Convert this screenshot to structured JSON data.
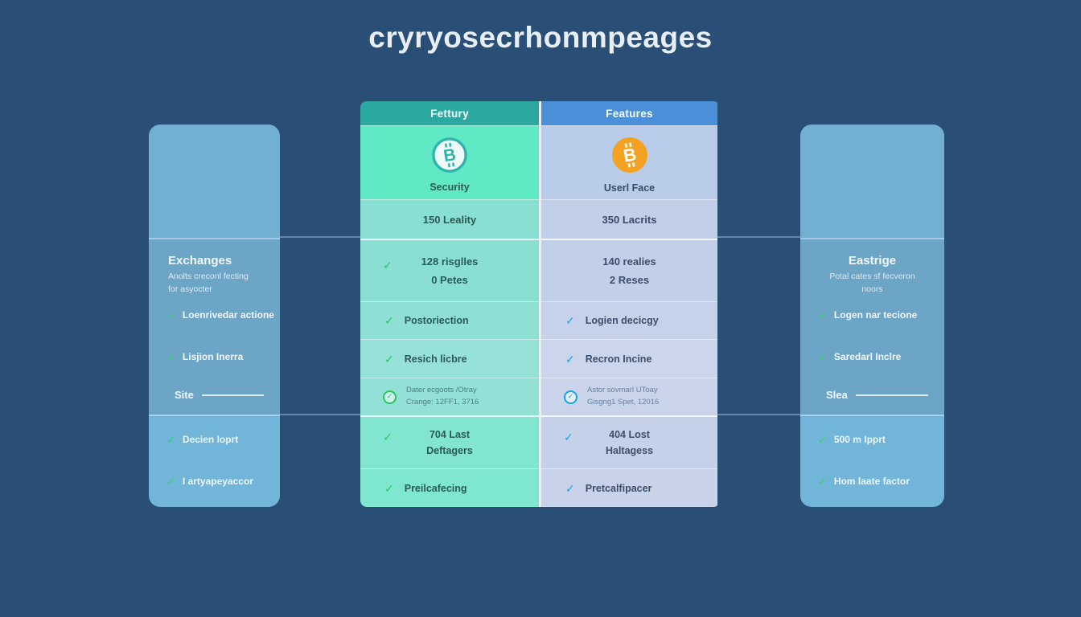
{
  "title": "cryryosecrhonmpeages",
  "colors": {
    "bg": "#2a4f77",
    "title-text": "#e8eef5",
    "line": "rgba(154,195,226,0.5)",
    "header-left-bg": "#2ba89f",
    "header-right-bg": "#4a90d9",
    "check-green": "#27c45f",
    "check-blue": "#18a4dd",
    "bitcoin-teal": "#2fb3ae",
    "bitcoin-orange": "#f4a224"
  },
  "table": {
    "columns": [
      {
        "header": "Fettury",
        "icon": "bitcoin-teal-icon",
        "icon_label": "Security",
        "stat": "150 Leality",
        "metric_line1": "128 risglles",
        "metric_line2": "0 Petes",
        "feature1": "Postoriection",
        "feature2": "Resich licbre",
        "note_line1": "Dater ecgoots /Otray",
        "note_line2": "Crange: 12FF1, 3716",
        "stat2_line1": "704 Last",
        "stat2_line2": "Deftagers",
        "feature3": "Preilcafecing"
      },
      {
        "header": "Features",
        "icon": "bitcoin-orange-icon",
        "icon_label": "Userl Face",
        "stat": "350 Lacrits",
        "metric_line1": "140 realies",
        "metric_line2": "2 Reses",
        "feature1": "Logien decicgy",
        "feature2": "Recron Incine",
        "note_line1": "Astor sovmarl UToay",
        "note_line2": "Gisgng1 Spet, 12016",
        "stat2_line1": "404 Lost",
        "stat2_line2": "Haltagess",
        "feature3": "Pretcalfipacer"
      }
    ]
  },
  "left_card": {
    "title": "Exchanges",
    "subtitle_line1": "Anolts creconl fecting",
    "subtitle_line2": "for asyocter",
    "items": [
      "Loenrivedar actione",
      "Lisjion Inerra"
    ],
    "site_label": "Site",
    "bottom_items": [
      "Decien loprt",
      "I artyapeyaccor"
    ]
  },
  "right_card": {
    "title": "Eastrige",
    "subtitle_line1": "Potal cates sf fecveron",
    "subtitle_line2": "noors",
    "items": [
      "Logen nar tecione",
      "Saredarl Inclre"
    ],
    "site_label": "Slea",
    "bottom_items": [
      "500 m Ipprt",
      "Hom laate factor"
    ]
  },
  "chart_data": {
    "type": "table",
    "title": "cryryosecrhonmpeages",
    "columns": [
      "Fettury",
      "Features"
    ],
    "rows": [
      [
        "Security",
        "Userl Face"
      ],
      [
        "150 Leality",
        "350 Lacrits"
      ],
      [
        "128 risglles / 0 Petes",
        "140 realies / 2 Reses"
      ],
      [
        "Postoriection",
        "Logien decicgy"
      ],
      [
        "Resich licbre",
        "Recron Incine"
      ],
      [
        "Dater ecgoots /Otray Crange: 12FF1, 3716",
        "Astor sovmarl UToay Gisgng1 Spet, 12016"
      ],
      [
        "704 Last Deftagers",
        "404 Lost Haltagess"
      ],
      [
        "Preilcafecing",
        "Pretcalfipacer"
      ]
    ],
    "legend_position": "none",
    "grid": true
  }
}
